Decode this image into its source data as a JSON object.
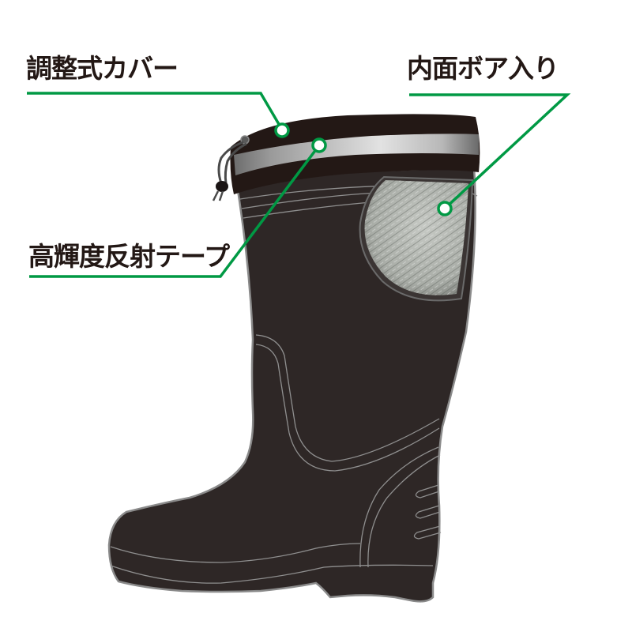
{
  "diagram": {
    "subject": "rubber boot with adjustable cover",
    "colors": {
      "callout_green": "#009944",
      "label_text": "#231815",
      "boot_body": "#2e2726",
      "boot_outline": "#8a8a8a",
      "cuff": "#231815",
      "reflective_tape_light": "#e0e0e0",
      "reflective_tape_dark": "#707070",
      "fleece": "#b9bdb8"
    },
    "callouts": [
      {
        "id": "cover",
        "label": "調整式カバー",
        "target": "top cuff / drawstring cover"
      },
      {
        "id": "fleece",
        "label": "内面ボア入り",
        "target": "fleece lining inside shaft"
      },
      {
        "id": "tape",
        "label": "高輝度反射テープ",
        "target": "reflective band on cuff"
      }
    ]
  }
}
